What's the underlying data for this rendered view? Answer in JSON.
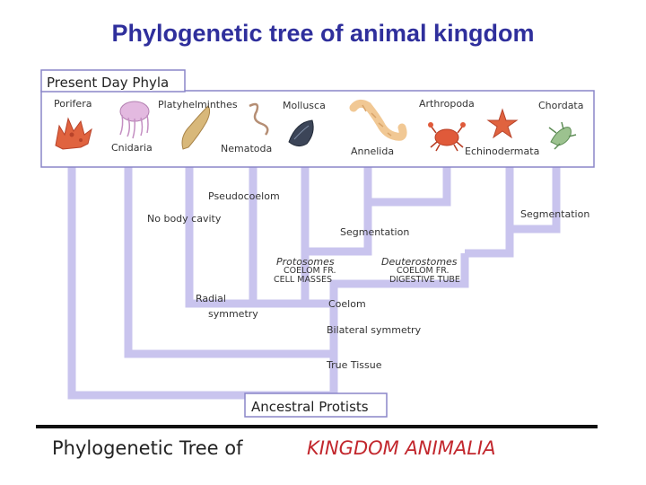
{
  "slide_title": "Phylogenetic tree of animal kingdom",
  "header_box": "Present Day Phyla",
  "phyla": {
    "porifera": "Porifera",
    "platyhelminthes": "Platyhelminthes",
    "mollusca": "Mollusca",
    "arthropoda": "Arthropoda",
    "chordata": "Chordata",
    "cnidaria": "Cnidaria",
    "nematoda": "Nematoda",
    "annelida": "Annelida",
    "echinodermata": "Echinodermata"
  },
  "branch_labels": {
    "pseudocoelom": "Pseudocoelom",
    "no_body_cavity": "No body cavity",
    "segmentation_right": "Segmentation",
    "segmentation_mid": "Segmentation",
    "protostomes": "Protosomes",
    "protostomes_line1": "COELOM FR.",
    "protostomes_line2": "CELL MASSES",
    "deuterostomes": "Deuterostomes",
    "deuterostomes_line1": "COELOM FR.",
    "deuterostomes_line2": "DIGESTIVE TUBE",
    "radial_line1": "Radial",
    "radial_line2": "symmetry",
    "coelom": "Coelom",
    "bilateral": "Bilateral symmetry",
    "true_tissue": "True Tissue"
  },
  "root_label": "Ancestral Protists",
  "footer": {
    "part1": "Phylogenetic Tree of",
    "part2": "KINGDOM ANIMALIA"
  },
  "colors": {
    "title": "#2f2f9c",
    "branch": "#c9c4ee",
    "footer_accent": "#c2272d",
    "box_border": "#8a85c8"
  }
}
